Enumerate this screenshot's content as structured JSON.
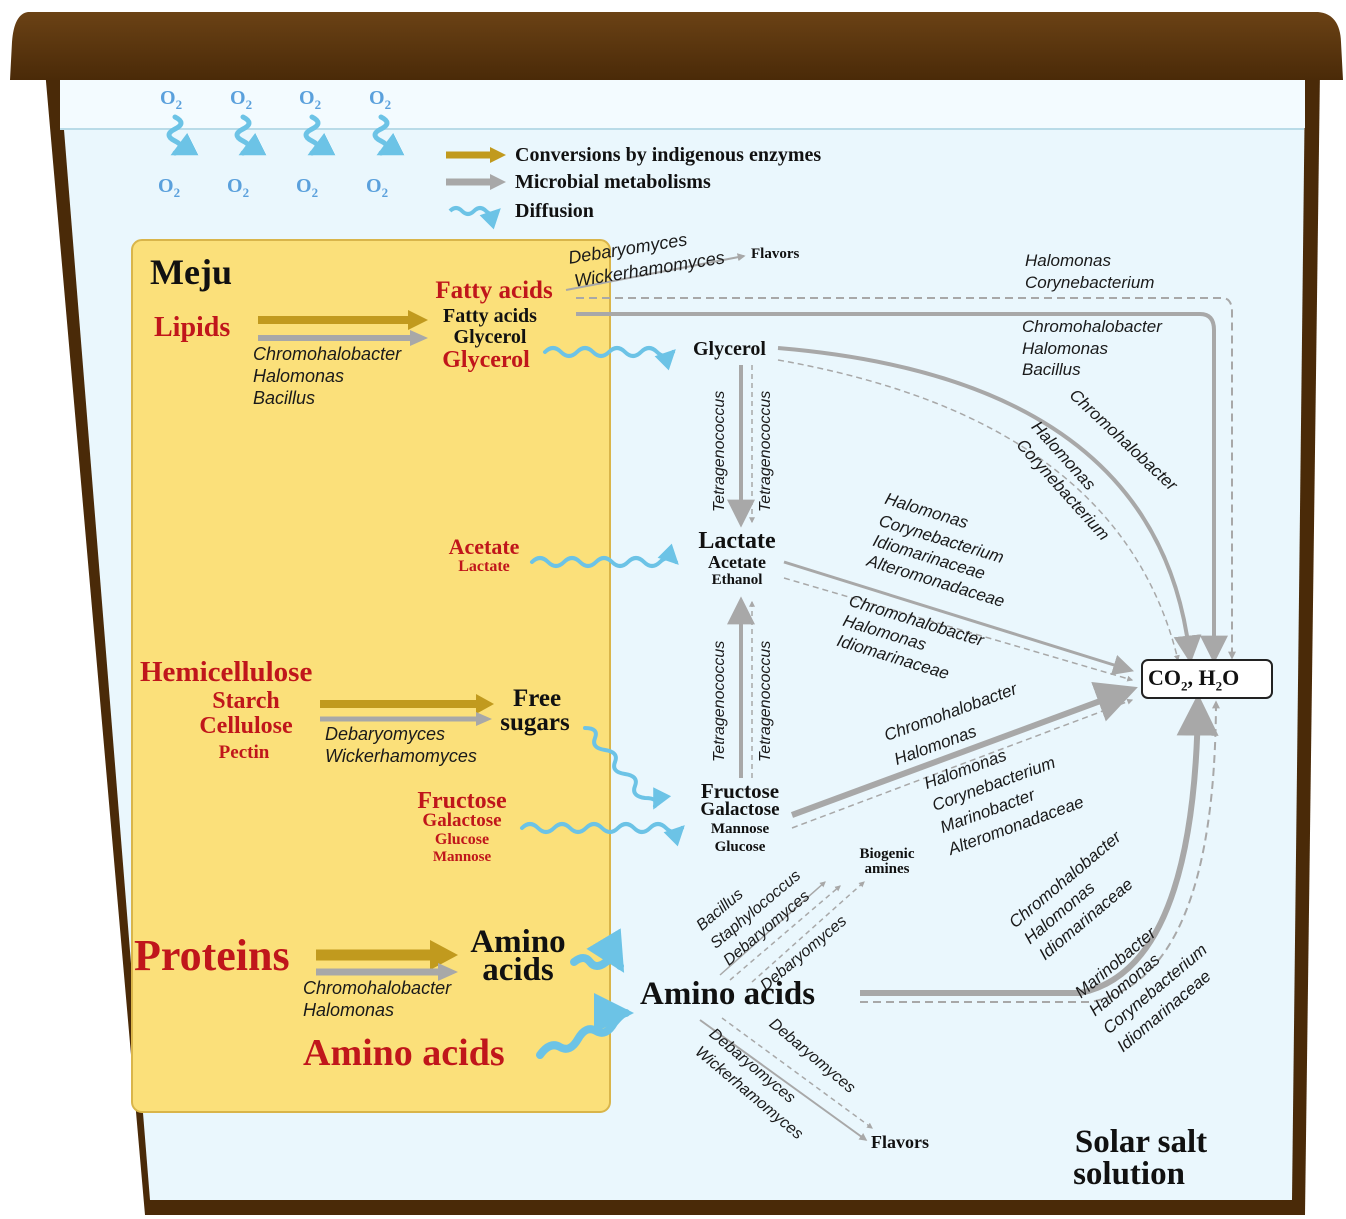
{
  "o2": {
    "label": "O",
    "sub": "2"
  },
  "legend": {
    "enzymes": "Conversions by indigenous enzymes",
    "microbial": "Microbial metabolisms",
    "diffusion": "Diffusion"
  },
  "colors": {
    "container_rim": "#5a3510",
    "solution": "#eaf7fd",
    "meju_box": "#fbe07a",
    "enzyme_arrow": "#c19a1e",
    "microbe_arrow": "#a8a8a8",
    "diffusion": "#6cc3e6",
    "red_text": "#c0161b"
  },
  "meju": {
    "title": "Meju",
    "lipids": "Lipids",
    "lipid_products": [
      "Fatty acids",
      "Glycerol"
    ],
    "fatty_acids": "Fatty acids",
    "glycerol": "Glycerol",
    "lipid_microbes": [
      "Chromohalobacter",
      "Halomonas",
      "Bacillus"
    ],
    "acetate": "Acetate",
    "lactate": "Lactate",
    "carbs": [
      "Hemicellulose",
      "Starch",
      "Cellulose",
      "Pectin"
    ],
    "free_sugars": [
      "Free",
      "sugars"
    ],
    "carb_microbes": [
      "Debaryomyces",
      "Wickerhamomyces"
    ],
    "sugars": [
      "Fructose",
      "Galactose",
      "Glucose",
      "Mannose"
    ],
    "proteins": "Proteins",
    "amino_product": [
      "Amino",
      "acids"
    ],
    "protein_microbes": [
      "Chromohalobacter",
      "Halomonas"
    ],
    "amino_acids": "Amino acids"
  },
  "solution": {
    "flavors_top": "Flavors",
    "flavor_microbes_top": [
      "Debaryomyces",
      "Wickerhamomyces"
    ],
    "glycerol": "Glycerol",
    "lactate_group": [
      "Lactate",
      "Acetate",
      "Ethanol"
    ],
    "fructose_group": [
      "Fructose",
      "Galactose",
      "Mannose",
      "Glucose"
    ],
    "tetragenococcus": "Tetragenococcus",
    "co2": "CO",
    "co2_sub": "2",
    "h2o_a": ", H",
    "h2o_sub": "2",
    "h2o_b": "O",
    "biogenic_amines": [
      "Biogenic",
      "amines"
    ],
    "amino_acids": "Amino acids",
    "flavors_bottom": "Flavors",
    "title": [
      "Solar salt",
      "solution"
    ]
  },
  "microbe_labels": {
    "fatty_co2": [
      "Halomonas",
      "Corynebacterium"
    ],
    "glycerol_co2": [
      "Chromohalobacter",
      "Halomonas",
      "Bacillus"
    ],
    "glycerol_arc_1": "Chromohalobacter",
    "glycerol_arc_2": [
      "Halomonas",
      "Corynebacterium"
    ],
    "lactate_dashed": [
      "Halomonas",
      "Corynebacterium",
      "Idiomarinaceae",
      "Alteromonadaceae"
    ],
    "lactate_solid": [
      "Chromohalobacter",
      "Halomonas",
      "Idiomarinaceae"
    ],
    "fructose_solid": [
      "Chromohalobacter",
      "Halomonas"
    ],
    "fructose_dashed": [
      "Halomonas",
      "Corynebacterium",
      "Marinobacter",
      "Alteromonadaceae"
    ],
    "amino_solid": [
      "Chromohalobacter",
      "Halomonas",
      "Idiomarinaceae"
    ],
    "amino_dashed": [
      "Marinobacter",
      "Halomonas",
      "Corynebacterium",
      "Idiomarinaceae"
    ],
    "amino_to_sugar": [
      "Bacillus",
      "Staphylococcus",
      "Debaryomyces"
    ],
    "amino_to_amines": "Debaryomyces",
    "amino_flavor_1": "Debaryomyces",
    "amino_flavor_2": [
      "Debaryomyces",
      "Wickerhamomyces"
    ]
  }
}
